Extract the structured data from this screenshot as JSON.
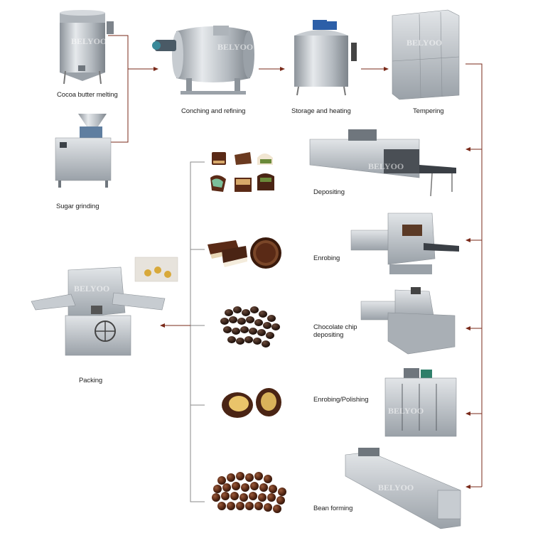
{
  "steps": {
    "cocoa_butter_melting": "Cocoa butter melting",
    "conching_refining": "Conching and refining",
    "storage_heating": "Storage and heating",
    "tempering": "Tempering",
    "sugar_grinding": "Sugar grinding",
    "depositing": "Depositing",
    "enrobing": "Enrobing",
    "chip_depositing_line1": "Chocolate chip",
    "chip_depositing_line2": "depositing",
    "enrobing_polishing": "Enrobing/Polishing",
    "packing": "Packing",
    "bean_forming": "Bean forming"
  },
  "watermark": "BELYOO",
  "colors": {
    "arrow": "#7a2a1a",
    "line": "#8a8a8a",
    "steel": "#b9bec4",
    "chocolate": "#4a2414"
  }
}
